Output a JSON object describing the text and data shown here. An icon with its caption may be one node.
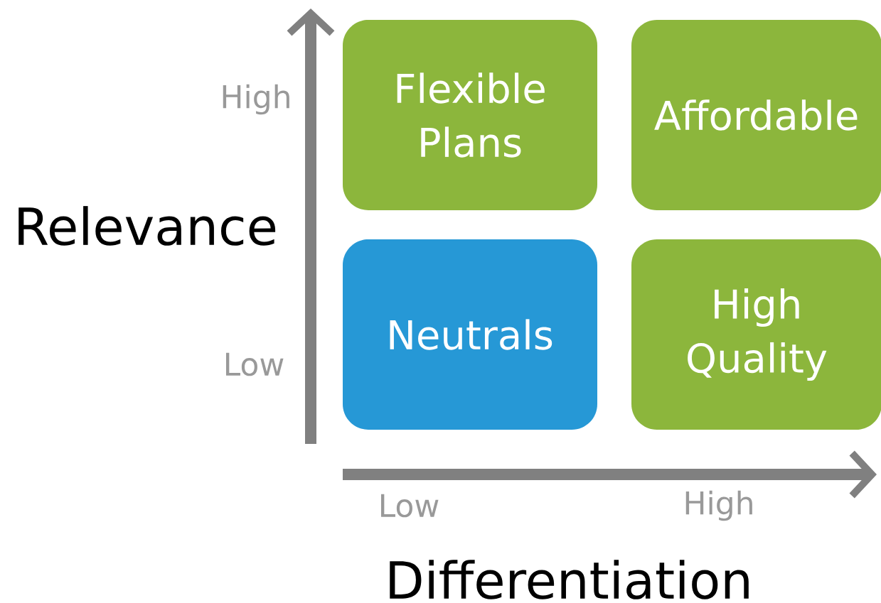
{
  "diagram": {
    "nodes": [
      {
        "text": [
          "Flexible Plans"
        ]
      },
      {
        "text": [
          "Affordable"
        ]
      },
      {
        "text": [
          "Neutrals"
        ]
      },
      {
        "text": [
          "High Quality"
        ]
      }
    ],
    "labels": [
      "High",
      "Relevance",
      "Low",
      "Low",
      "High",
      "Differentiation"
    ]
  }
}
